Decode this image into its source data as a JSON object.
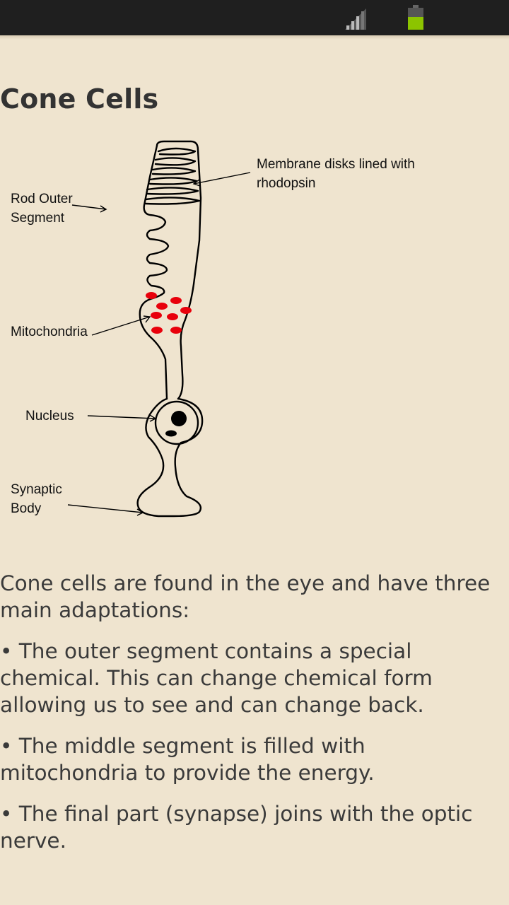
{
  "status_bar": {
    "signal_icon": "signal-bars-icon",
    "battery_icon": "battery-icon",
    "battery_color": "#8cc400"
  },
  "page": {
    "title": "Cone Cells"
  },
  "diagram": {
    "labels": {
      "outer_segment_line1": "Rod Outer",
      "outer_segment_line2": "Segment",
      "membrane_line1": "Membrane disks lined with",
      "membrane_line2": "rhodopsin",
      "mitochondria": "Mitochondria",
      "nucleus": "Nucleus",
      "synaptic_line1": "Synaptic",
      "synaptic_line2": "Body"
    },
    "mitochondria_color": "#e8000b"
  },
  "content": {
    "intro": "Cone cells are found in the eye and have three main adaptations:",
    "bullets": [
      "• The outer segment contains a special chemical. This can change chemical form allowing us to see and can change back.",
      "• The middle segment is filled with mitochondria to provide the energy.",
      "• The final part (synapse) joins with the optic nerve."
    ]
  }
}
